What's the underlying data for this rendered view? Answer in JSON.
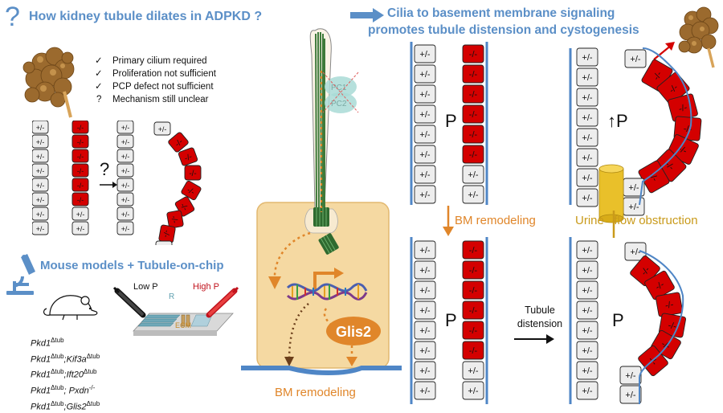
{
  "left": {
    "question_mark": "?",
    "title": "How kidney tubule dilates in ADPKD ?",
    "checklist": [
      {
        "mark": "✓",
        "text": "Primary cilium required"
      },
      {
        "mark": "✓",
        "text": "Proliferation not sufficient"
      },
      {
        "mark": "✓",
        "text": "PCP defect not sufficient"
      },
      {
        "mark": "?",
        "text": "Mechanism still unclear"
      }
    ],
    "mid_question": "?",
    "models_title": "Mouse models + Tubule-on-chip",
    "chip": {
      "low": "Low P",
      "high": "High P",
      "r": "R",
      "ecm": "ECM"
    },
    "genotypes": [
      {
        "a": "Pkd1",
        "b": "",
        "c": ""
      },
      {
        "a": "Pkd1",
        "b": ";Kif3a",
        "c": ""
      },
      {
        "a": "Pkd1",
        "b": ";Ift20",
        "c": ""
      },
      {
        "a": "Pkd1",
        "b": "; Pxdn",
        "c": "-/-"
      },
      {
        "a": "Pkd1",
        "b": ";Glis2",
        "c": ""
      }
    ],
    "delta": "Δtub"
  },
  "center": {
    "pc1": "PC1",
    "pc2": "PC2",
    "glis2": "Glis2",
    "bm_label": "BM remodeling"
  },
  "right": {
    "title_line1": "Cilia to basement membrane signaling",
    "title_line2": "promotes tubule distension and cystogenesis",
    "bm_remodeling": "BM remodeling",
    "urine_flow": "Urine   flow obstruction",
    "tubule_distension_1": "Tubule",
    "tubule_distension_2": "distension",
    "p": "P",
    "up_p": "↑P"
  },
  "cells": {
    "het": "+/-",
    "hom": "-/-"
  },
  "colors": {
    "title": "#5b8fc7",
    "cell_red": "#d40000",
    "cell_grey": "#ededed",
    "membrane": "#4f86c6",
    "orange": "#e0862a",
    "cell_body": "#f5d9a2",
    "cilium_green": "#3e7a3a",
    "gold": "#c99a1a"
  }
}
